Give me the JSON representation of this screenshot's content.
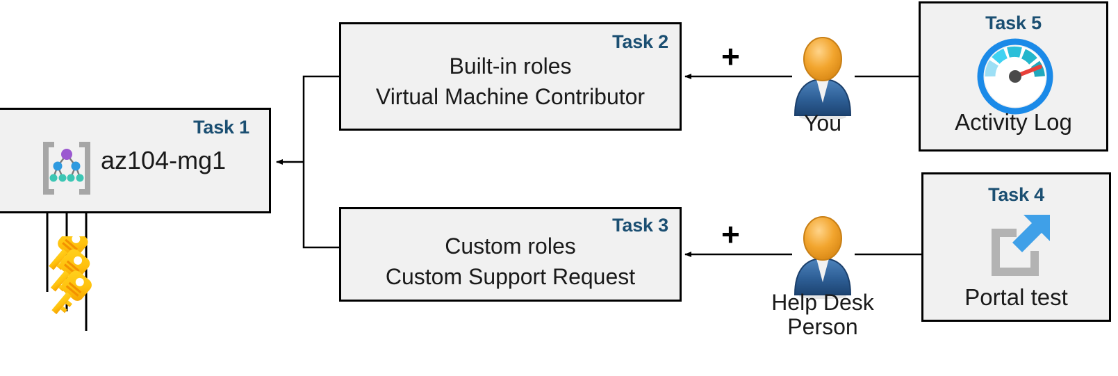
{
  "diagram": {
    "title": "Azure RBAC task diagram",
    "accent_color": "#1b4f72",
    "box_fill": "#f1f1f1",
    "box_border": "#000000",
    "line_color": "#000000"
  },
  "task1": {
    "label": "Task 1",
    "name": "az104-mg1",
    "icon": "management-group-icon",
    "keys_icon": "keys-icon"
  },
  "task2": {
    "label": "Task 2",
    "line1": "Built-in roles",
    "line2": "Virtual Machine Contributor"
  },
  "task3": {
    "label": "Task 3",
    "line1": "Custom roles",
    "line2": "Custom Support Request"
  },
  "task4": {
    "label": "Task 4",
    "caption": "Portal test",
    "icon": "external-link-icon"
  },
  "task5": {
    "label": "Task 5",
    "caption": "Activity Log",
    "icon": "gauge-icon"
  },
  "people": [
    {
      "name": "you",
      "caption": "You",
      "icon": "user-icon"
    },
    {
      "name": "help-desk-person",
      "caption": "Help Desk\nPerson",
      "icon": "user-icon"
    }
  ],
  "operators": {
    "plus_top": "+",
    "plus_bottom": "+"
  }
}
